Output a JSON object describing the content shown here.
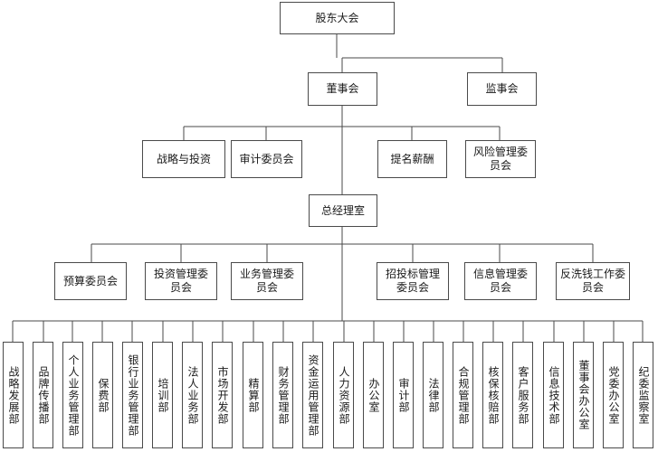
{
  "top": "股东大会",
  "board": "董事会",
  "supervisors": "监事会",
  "board_committees": [
    "战略与投资",
    "审计委员会",
    "提名薪酬",
    "风险管理委员会"
  ],
  "general_manager": "总经理室",
  "gm_committees": [
    "预算委员会",
    "投资管理委员会",
    "业务管理委员会",
    "招投标管理委员会",
    "信息管理委员会",
    "反洗钱工作委员会"
  ],
  "departments": [
    "战略发展部",
    "品牌传播部",
    "个人业务管理部",
    "保费部",
    "银行业务管理部",
    "培训部",
    "法人业务部",
    "市场开发部",
    "精算部",
    "财务管理部",
    "资金运用管理部",
    "人力资源部",
    "办公室",
    "审计部",
    "法律部",
    "合规管理部",
    "核保核赔部",
    "客户服务部",
    "信息技术部",
    "董事会办公室",
    "党委办公室",
    "纪委监察室"
  ]
}
